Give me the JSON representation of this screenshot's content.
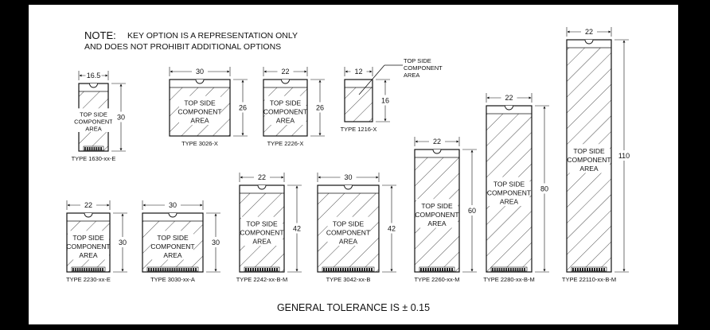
{
  "note": {
    "title": "NOTE:",
    "line1": "KEY OPTION IS A REPRESENTATION ONLY",
    "line2": "AND DOES NOT PROHIBIT ADDITIONAL OPTIONS"
  },
  "tolerance": "GENERAL TOLERANCE IS ± 0.15",
  "callout": {
    "line1": "TOP SIDE",
    "line2": "COMPONENT",
    "line3": "AREA"
  },
  "area_text": {
    "line1": "TOP SIDE",
    "line2": "COMPONENT",
    "line3": "AREA"
  },
  "modules": [
    {
      "type": "TYPE 1630-xx-E",
      "width": "16.5",
      "length": "30"
    },
    {
      "type": "TYPE 3026-X",
      "width": "30",
      "length": "26"
    },
    {
      "type": "TYPE 2226-X",
      "width": "22",
      "length": "26"
    },
    {
      "type": "TYPE 1216-X",
      "width": "12",
      "length": "16"
    },
    {
      "type": "TYPE 2230-xx-E",
      "width": "22",
      "length": "30"
    },
    {
      "type": "TYPE 3030-xx-A",
      "width": "30",
      "length": "30"
    },
    {
      "type": "TYPE 2242-xx-B-M",
      "width": "22",
      "length": "42"
    },
    {
      "type": "TYPE 3042-xx-B",
      "width": "30",
      "length": "42"
    },
    {
      "type": "TYPE 2260-xx-M",
      "width": "22",
      "length": "60"
    },
    {
      "type": "TYPE 2280-xx-B-M",
      "width": "22",
      "length": "80"
    },
    {
      "type": "TYPE 22110-xx-B-M",
      "width": "22",
      "length": "110"
    }
  ],
  "colors": {
    "line": "#111111",
    "background": "#ffffff",
    "frame": "#000000"
  }
}
